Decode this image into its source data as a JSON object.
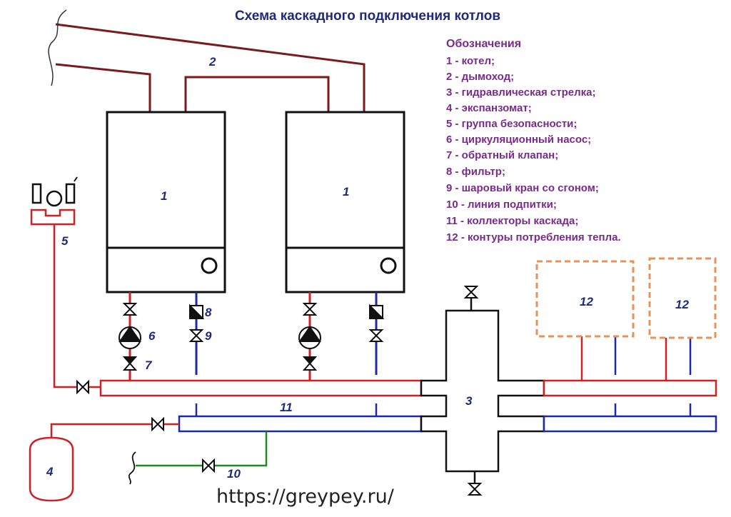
{
  "title": "Схема каскадного подключения котлов",
  "legend": {
    "title": "Обозначения",
    "items": [
      "1 - котел;",
      "2 - дымоход;",
      "3 - гидравлическая стрелка;",
      "4 - экспанзомат;",
      "5 - группа безопасности;",
      "6 - циркуляционный насос;",
      "7 - обратный клапан;",
      "8 - фильтр;",
      "9 - шаровый кран со сгоном;",
      "10 - линия подпитки;",
      "11 - коллекторы каскада;",
      "12 - контуры потребления тепла."
    ]
  },
  "labels": {
    "boiler_1": "1",
    "boiler_2": "1",
    "chimney": "2",
    "hydraulic_separator": "3",
    "expansion_tank": "4",
    "safety_group": "5",
    "pump": "6",
    "check_valve": "7",
    "filter": "8",
    "ball_valve": "9",
    "makeup_line": "10",
    "collectors": "11",
    "consumer_1": "12",
    "consumer_2": "12"
  },
  "watermark": "https://greypey.ru/",
  "colors": {
    "supply": "#d11f26",
    "return": "#1b2aa8",
    "chimney": "#7a1a1a",
    "makeup": "#1f8a1f",
    "consumer_border": "#e8925a",
    "text_title": "#1f2a7a",
    "text_legend": "#7a2a8c"
  }
}
